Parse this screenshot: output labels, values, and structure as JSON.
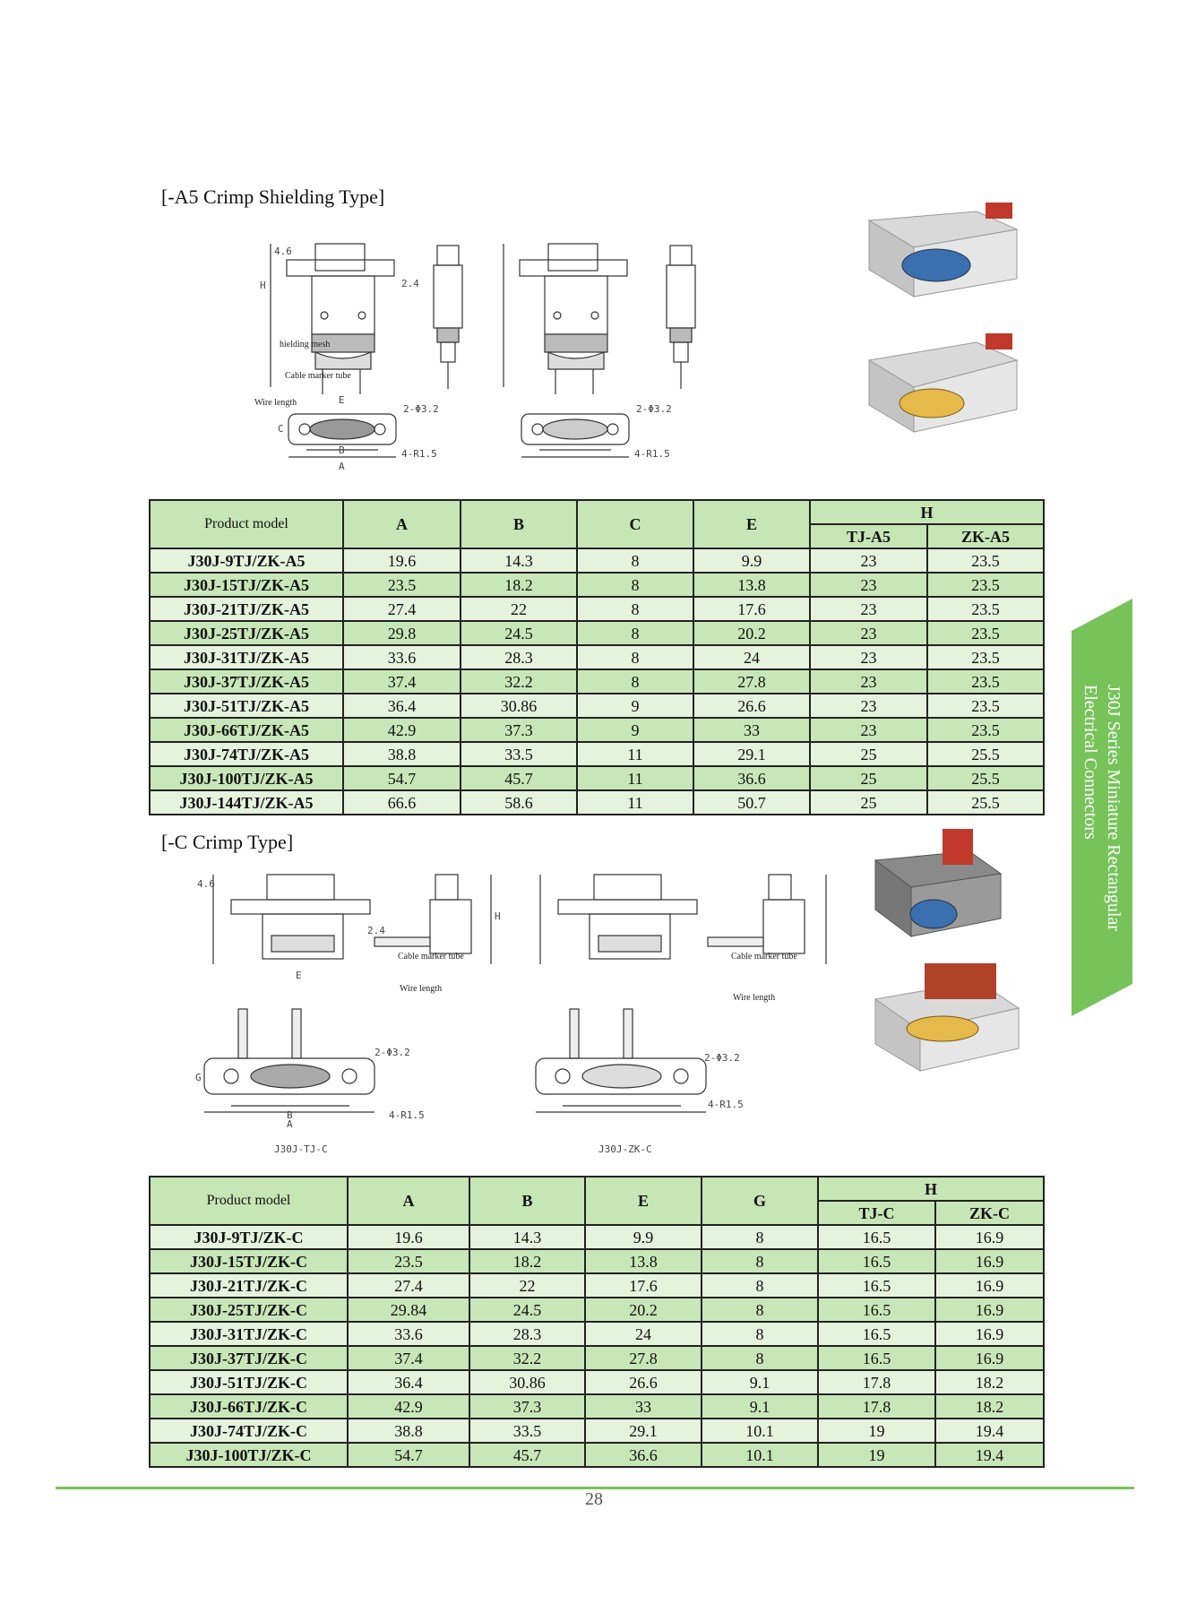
{
  "sections": {
    "a5_title": "[-A5 Crimp Shielding Type]",
    "c_title": "[-C Crimp Type]"
  },
  "drawings": {
    "a5_labels": {
      "shielding_mesh": "hielding mesh",
      "cable_marker_tube": "Cable marker tube",
      "wire_length": "Wire length",
      "hole_note": "2-Φ3.2",
      "radius_note": "4-R1.5",
      "dim_A": "A",
      "dim_B": "B",
      "dim_C": "C",
      "dim_E": "E",
      "dim_H": "H",
      "dim_46": "4.6",
      "dim_24": "2.4"
    },
    "c_labels": {
      "cable_marker_tube": "Cable marker tube",
      "wire_length": "Wire length",
      "hole_note": "2-Φ3.2",
      "radius_note": "4-R1.5",
      "dim_A": "A",
      "dim_B": "B",
      "dim_E": "E",
      "dim_G": "G",
      "dim_H": "H",
      "dim_46": "4.6",
      "dim_24": "2.4",
      "caption_tj": "J30J-TJ-C",
      "caption_zk": "J30J-ZK-C"
    }
  },
  "table_a5": {
    "headers": {
      "model": "Product model",
      "a": "A",
      "b": "B",
      "c": "C",
      "e": "E",
      "h": "H",
      "h1": "TJ-A5",
      "h2": "ZK-A5"
    },
    "rows": [
      [
        "J30J-9TJ/ZK-A5",
        "19.6",
        "14.3",
        "8",
        "9.9",
        "23",
        "23.5"
      ],
      [
        "J30J-15TJ/ZK-A5",
        "23.5",
        "18.2",
        "8",
        "13.8",
        "23",
        "23.5"
      ],
      [
        "J30J-21TJ/ZK-A5",
        "27.4",
        "22",
        "8",
        "17.6",
        "23",
        "23.5"
      ],
      [
        "J30J-25TJ/ZK-A5",
        "29.8",
        "24.5",
        "8",
        "20.2",
        "23",
        "23.5"
      ],
      [
        "J30J-31TJ/ZK-A5",
        "33.6",
        "28.3",
        "8",
        "24",
        "23",
        "23.5"
      ],
      [
        "J30J-37TJ/ZK-A5",
        "37.4",
        "32.2",
        "8",
        "27.8",
        "23",
        "23.5"
      ],
      [
        "J30J-51TJ/ZK-A5",
        "36.4",
        "30.86",
        "9",
        "26.6",
        "23",
        "23.5"
      ],
      [
        "J30J-66TJ/ZK-A5",
        "42.9",
        "37.3",
        "9",
        "33",
        "23",
        "23.5"
      ],
      [
        "J30J-74TJ/ZK-A5",
        "38.8",
        "33.5",
        "11",
        "29.1",
        "25",
        "25.5"
      ],
      [
        "J30J-100TJ/ZK-A5",
        "54.7",
        "45.7",
        "11",
        "36.6",
        "25",
        "25.5"
      ],
      [
        "J30J-144TJ/ZK-A5",
        "66.6",
        "58.6",
        "11",
        "50.7",
        "25",
        "25.5"
      ]
    ]
  },
  "table_c": {
    "headers": {
      "model": "Product model",
      "a": "A",
      "b": "B",
      "e": "E",
      "g": "G",
      "h": "H",
      "h1": "TJ-C",
      "h2": "ZK-C"
    },
    "rows": [
      [
        "J30J-9TJ/ZK-C",
        "19.6",
        "14.3",
        "9.9",
        "8",
        "16.5",
        "16.9"
      ],
      [
        "J30J-15TJ/ZK-C",
        "23.5",
        "18.2",
        "13.8",
        "8",
        "16.5",
        "16.9"
      ],
      [
        "J30J-21TJ/ZK-C",
        "27.4",
        "22",
        "17.6",
        "8",
        "16.5",
        "16.9"
      ],
      [
        "J30J-25TJ/ZK-C",
        "29.84",
        "24.5",
        "20.2",
        "8",
        "16.5",
        "16.9"
      ],
      [
        "J30J-31TJ/ZK-C",
        "33.6",
        "28.3",
        "24",
        "8",
        "16.5",
        "16.9"
      ],
      [
        "J30J-37TJ/ZK-C",
        "37.4",
        "32.2",
        "27.8",
        "8",
        "16.5",
        "16.9"
      ],
      [
        "J30J-51TJ/ZK-C",
        "36.4",
        "30.86",
        "26.6",
        "9.1",
        "17.8",
        "18.2"
      ],
      [
        "J30J-66TJ/ZK-C",
        "42.9",
        "37.3",
        "33",
        "9.1",
        "17.8",
        "18.2"
      ],
      [
        "J30J-74TJ/ZK-C",
        "38.8",
        "33.5",
        "29.1",
        "10.1",
        "19",
        "19.4"
      ],
      [
        "J30J-100TJ/ZK-C",
        "54.7",
        "45.7",
        "36.6",
        "10.1",
        "19",
        "19.4"
      ]
    ]
  },
  "side_tab": {
    "line1": "J30J Series Miniature Rectangular",
    "line2": "Electrical Connectors",
    "color": "#77c35a"
  },
  "footer": {
    "page_number": "28",
    "line_color": "#77c35a"
  }
}
